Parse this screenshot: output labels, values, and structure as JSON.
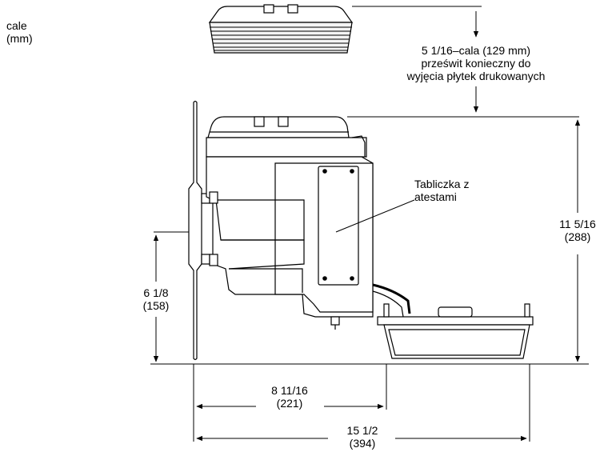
{
  "units_label": {
    "line1": "cale",
    "line2": "(mm)"
  },
  "clearance": {
    "line1": "5 1/16–cala (129 mm)",
    "line2": "prześwit konieczny do",
    "line3": "wyjęcia płytek drukowanych"
  },
  "plate_callout": {
    "line1": "Tabliczka z",
    "line2": "atestami"
  },
  "dim_height_total": {
    "imperial": "11 5/16",
    "metric": "(288)"
  },
  "dim_height_mount": {
    "imperial": "6 1/8",
    "metric": "(158)"
  },
  "dim_width_mount": {
    "imperial": "8 11/16",
    "metric": "(221)"
  },
  "dim_width_total": {
    "imperial": "15 1/2",
    "metric": "(394)"
  }
}
